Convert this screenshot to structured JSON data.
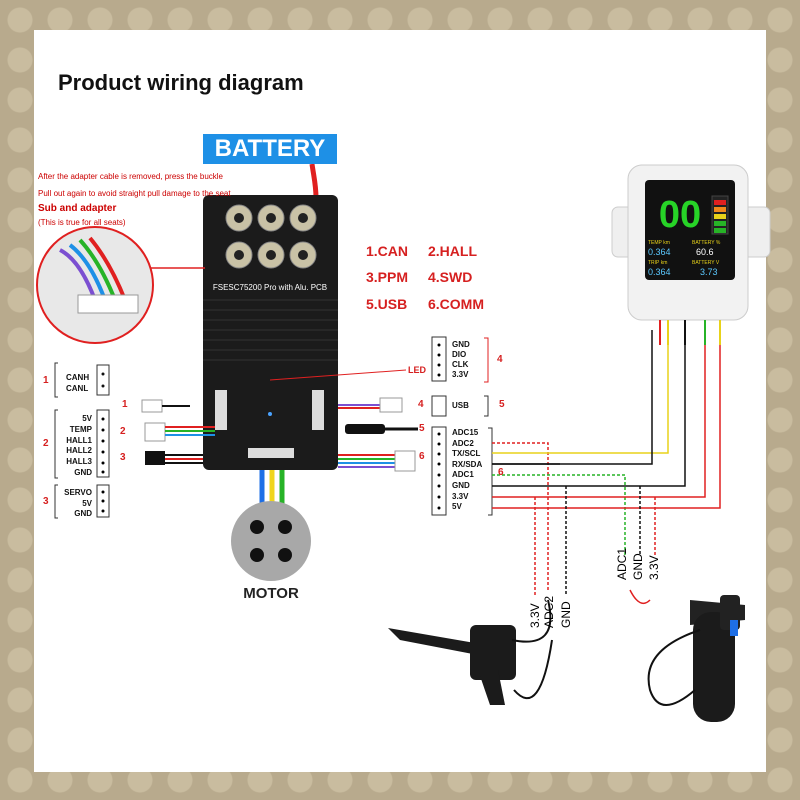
{
  "title": "Product wiring diagram",
  "battery_label": "BATTERY",
  "notes": {
    "line1": "After the adapter cable is removed, press the buckle",
    "line2": "Pull out again to avoid straight pull damage to the seat",
    "line3": "Sub and adapter",
    "line4": "(This is true for all seats)"
  },
  "legend": {
    "can": "1.CAN",
    "hall": "2.HALL",
    "ppm": "3.PPM",
    "swd": "4.SWD",
    "usb": "5.USB",
    "comm": "6.COMM"
  },
  "board_label": "FSESC75200 Pro with Alu. PCB",
  "led_label": "LED",
  "motor_label": "MOTOR",
  "left_groups": {
    "g1": {
      "num": "1",
      "pins": [
        "CANH",
        "CANL"
      ]
    },
    "g2": {
      "num": "2",
      "pins": [
        "5V",
        "TEMP",
        "HALL1",
        "HALL2",
        "HALL3",
        "GND"
      ]
    },
    "g3": {
      "num": "3",
      "pins": [
        "SERVO",
        "5V",
        "GND"
      ]
    }
  },
  "right_groups": {
    "g4": {
      "num": "4",
      "pins": [
        "GND",
        "DIO",
        "CLK",
        "3.3V"
      ]
    },
    "g5": {
      "num": "5",
      "pins": [
        "USB"
      ]
    },
    "g6": {
      "num": "6",
      "pins": [
        "ADC15",
        "ADC2",
        "TX/SCL",
        "RX/SDA",
        "ADC1",
        "GND",
        "3.3V",
        "5V"
      ]
    }
  },
  "connector_nums": {
    "c1": "1",
    "c2": "2",
    "c3": "3",
    "c4": "4",
    "c5": "5",
    "c6": "6"
  },
  "brake_pins": [
    "3.3V",
    "ADC2",
    "GND"
  ],
  "throttle_pins": [
    "ADC1",
    "GND",
    "3.3V"
  ],
  "display": {
    "big": "00",
    "temp_label": "TEMP km",
    "temp_val": "0.364",
    "bat_label": "BATTERY %",
    "bat_val": "60.6",
    "trip_label": "TRIP km",
    "trip_val": "0.364",
    "batv_label": "BATTERY V",
    "batv_val": "3.73"
  },
  "colors": {
    "label_red": "#d62020",
    "battery_blue": "#1e90e6",
    "wire_red": "#e02020",
    "wire_green": "#27b327",
    "wire_yellow": "#e8d21a",
    "wire_black": "#111111"
  }
}
